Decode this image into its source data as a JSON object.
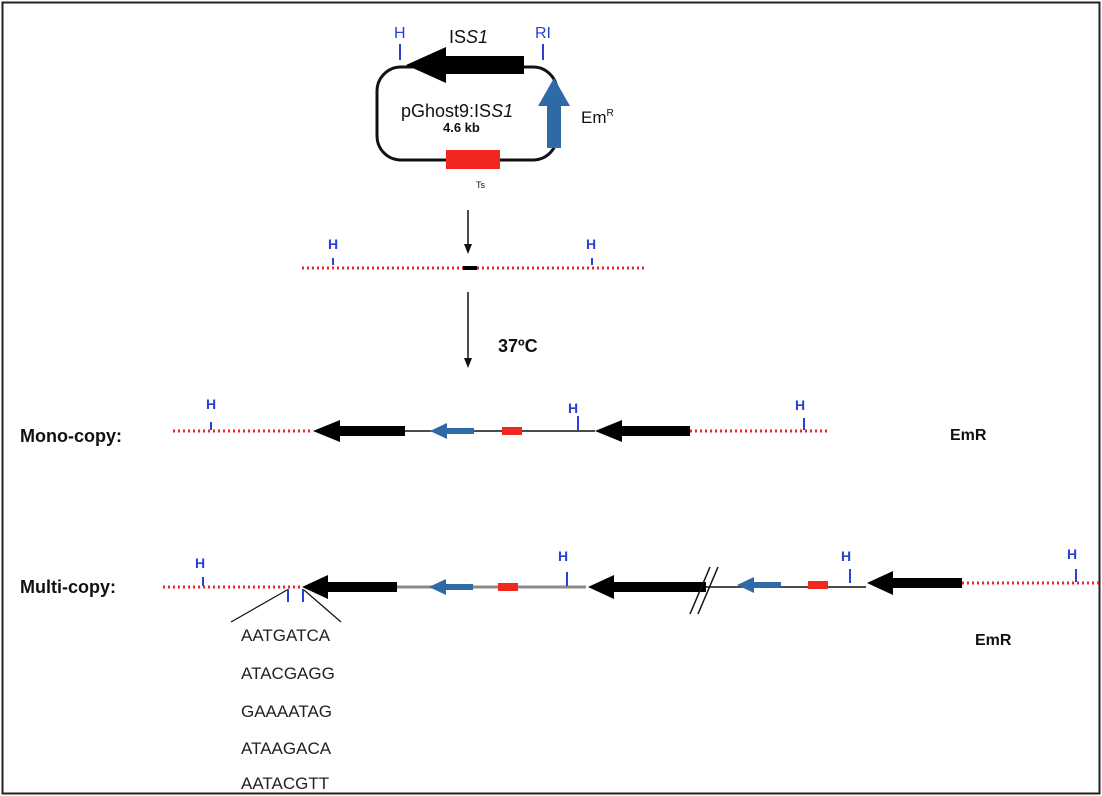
{
  "plasmid": {
    "name": "pGhost9:IS",
    "name_italic": "S1",
    "size": "4.6 kb",
    "insert_label": "IS",
    "insert_label_italic": "S1",
    "resistance_label": "Em",
    "resistance_sup": "R",
    "ts_label": "Ts",
    "site_left": "H",
    "site_right": "RI"
  },
  "target": {
    "site_left": "H",
    "site_right": "H"
  },
  "step": {
    "temperature": "37ºC"
  },
  "mono": {
    "label": "Mono-copy:",
    "site_1": "H",
    "site_2": "H",
    "site_3": "H",
    "phenotype": "EmR"
  },
  "multi": {
    "label": "Multi-copy:",
    "site_1": "H",
    "site_2": "H",
    "site_3": "H",
    "site_4": "H",
    "phenotype": "EmR"
  },
  "sequences": [
    "AATGATCA",
    "ATACGAGG",
    "GAAAATAG",
    "ATAAGACA",
    "AATACGTT"
  ],
  "colors": {
    "chromosome": "#e8262b",
    "is_element": "#000000",
    "em_marker": "#2f6aa7",
    "ts_marker": "#f0281e",
    "site": "#2a3fd6",
    "backbone_multi": "#8a8a8a"
  }
}
